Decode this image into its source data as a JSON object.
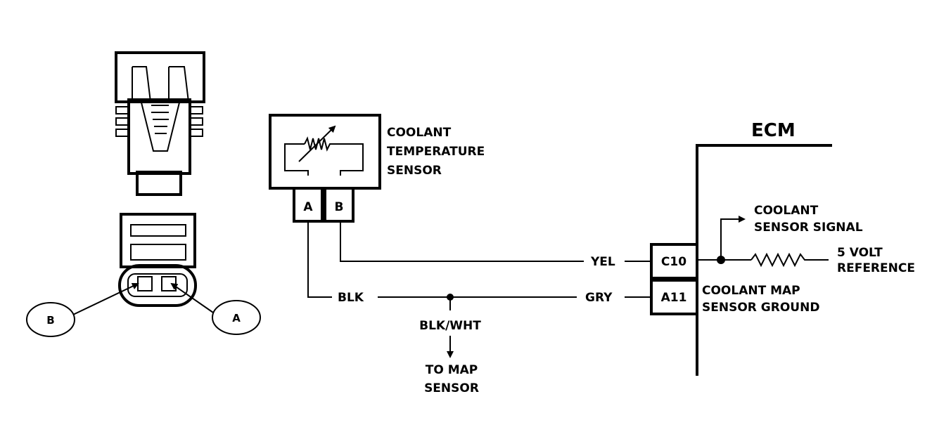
{
  "connector": {
    "callout_b": "B",
    "callout_a": "A"
  },
  "sensor": {
    "label_lines": [
      "COOLANT",
      "TEMPERATURE",
      "SENSOR"
    ],
    "pin_a": "A",
    "pin_b": "B"
  },
  "ecm": {
    "title": "ECM",
    "pin_c10": "C10",
    "pin_a11": "A11",
    "signal_lines": [
      "COOLANT",
      "SENSOR  SIGNAL"
    ],
    "ref_lines": [
      "5 VOLT",
      "REFERENCE"
    ],
    "ground_lines": [
      "COOLANT MAP",
      "SENSOR GROUND"
    ]
  },
  "wires": {
    "yel": "YEL",
    "blk": "BLK",
    "gry": "GRY",
    "blk_wht": "BLK/WHT",
    "to_map_lines": [
      "TO MAP",
      "SENSOR"
    ]
  }
}
